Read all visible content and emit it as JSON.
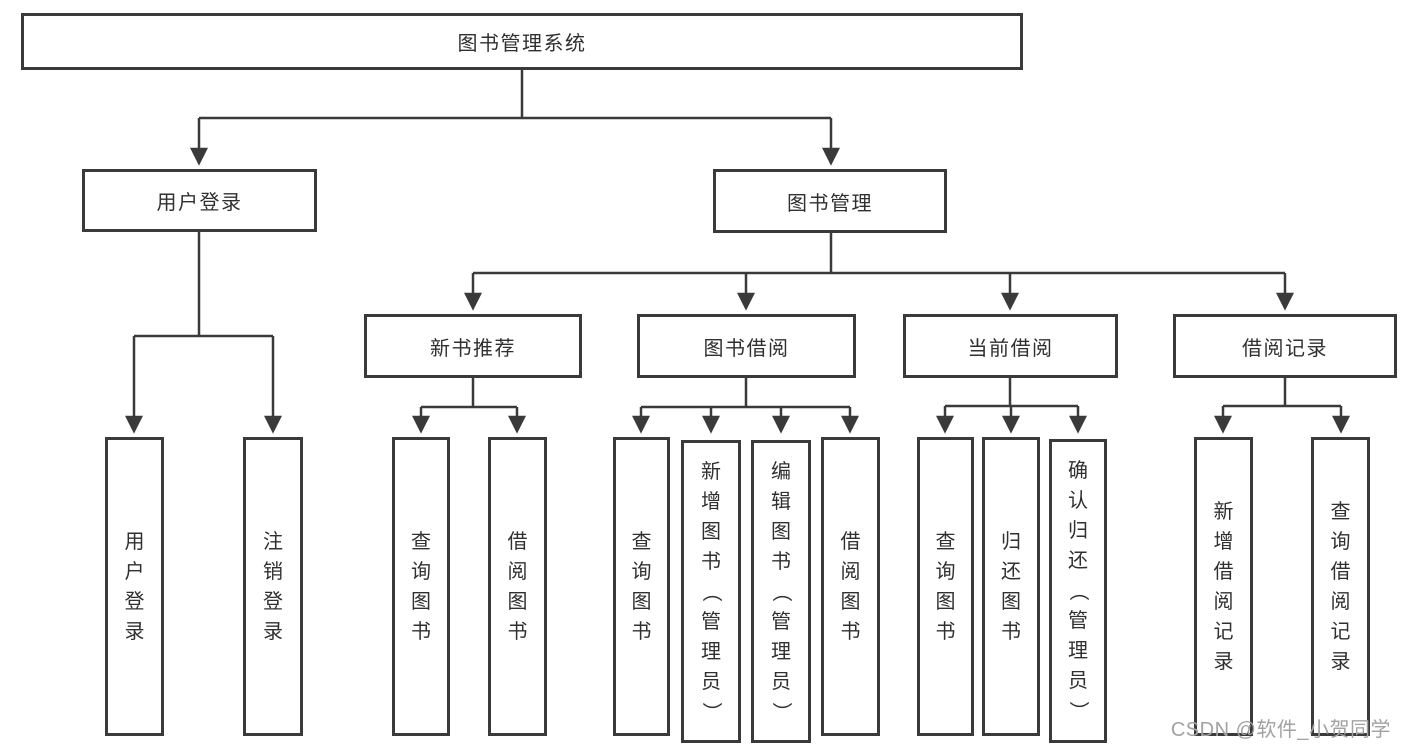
{
  "diagram": {
    "title": "图书管理系统",
    "watermark": "CSDN @软件_小贺同学",
    "colors": {
      "line": "#3a3a3a",
      "box_border": "#3a3a3a",
      "text": "#303030",
      "background": "#ffffff",
      "watermark_text": "#a2a2a2"
    },
    "tree": {
      "label": "图书管理系统",
      "children": [
        {
          "label": "用户登录",
          "children": [
            {
              "label": "用户登录"
            },
            {
              "label": "注销登录"
            }
          ]
        },
        {
          "label": "图书管理",
          "children": [
            {
              "label": "新书推荐",
              "children": [
                {
                  "label": "查询图书"
                },
                {
                  "label": "借阅图书"
                }
              ]
            },
            {
              "label": "图书借阅",
              "children": [
                {
                  "label": "查询图书"
                },
                {
                  "label": "新增图书（管理员）"
                },
                {
                  "label": "编辑图书（管理员）"
                },
                {
                  "label": "借阅图书"
                }
              ]
            },
            {
              "label": "当前借阅",
              "children": [
                {
                  "label": "查询图书"
                },
                {
                  "label": "归还图书"
                },
                {
                  "label": "确认归还（管理员）"
                }
              ]
            },
            {
              "label": "借阅记录",
              "children": [
                {
                  "label": "新增借阅记录"
                },
                {
                  "label": "查询借阅记录"
                }
              ]
            }
          ]
        }
      ]
    }
  }
}
